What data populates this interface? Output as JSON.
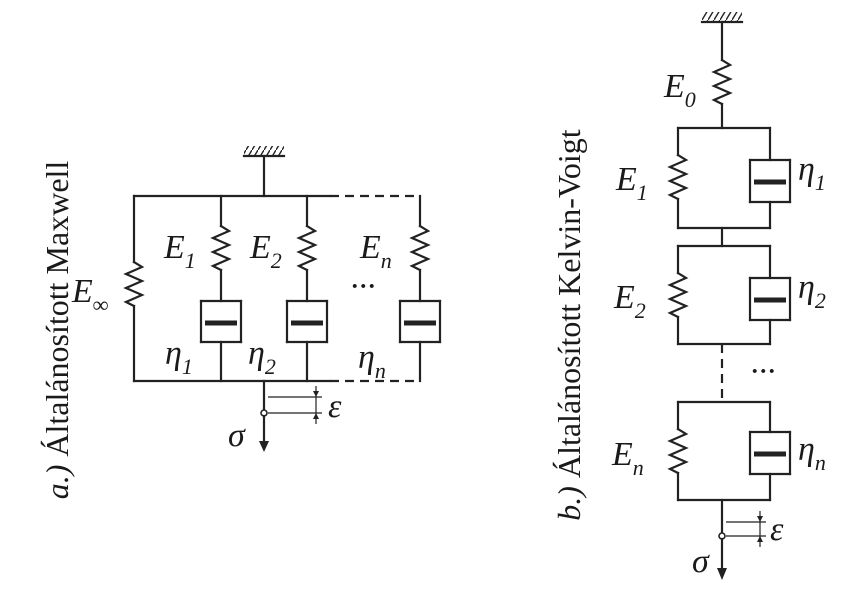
{
  "panel_a": {
    "caption_prefix": "a.)",
    "caption_title": "Általánosított Maxwell",
    "e_inf": {
      "sym": "E",
      "sub": "∞"
    },
    "springs": [
      {
        "sym": "E",
        "sub": "1"
      },
      {
        "sym": "E",
        "sub": "2"
      },
      {
        "sym": "E",
        "sub": "n"
      }
    ],
    "dampers": [
      {
        "sym": "η",
        "sub": "1"
      },
      {
        "sym": "η",
        "sub": "2"
      },
      {
        "sym": "η",
        "sub": "n"
      }
    ],
    "dots": "···",
    "sigma": "σ",
    "epsilon": "ε"
  },
  "panel_b": {
    "caption_prefix": "b.)",
    "caption_title": "Általánosított Kelvin-Voigt",
    "e0": {
      "sym": "E",
      "sub": "0"
    },
    "springs": [
      {
        "sym": "E",
        "sub": "1"
      },
      {
        "sym": "E",
        "sub": "2"
      },
      {
        "sym": "E",
        "sub": "n"
      }
    ],
    "dampers": [
      {
        "sym": "η",
        "sub": "1"
      },
      {
        "sym": "η",
        "sub": "2"
      },
      {
        "sym": "η",
        "sub": "n"
      }
    ],
    "dots": "···",
    "sigma": "σ",
    "epsilon": "ε"
  }
}
